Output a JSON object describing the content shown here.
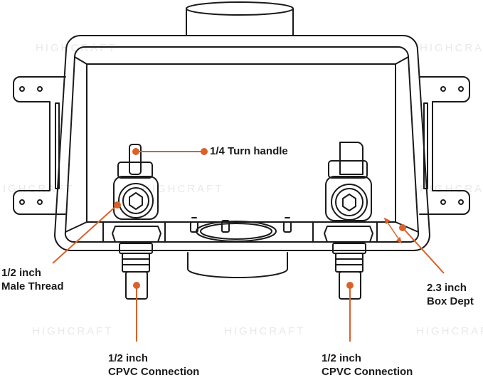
{
  "watermark": "HIGHCRAFT",
  "accent_color": "#d9622b",
  "line_color": "#1a1a1a",
  "labels": {
    "turn_handle": "1/4 Turn handle",
    "male_thread_size": "1/2 inch",
    "male_thread_name": "Male Thread",
    "box_depth_size": "2.3 inch",
    "box_depth_name": "Box Dept",
    "cpvc_left_size": "1/2 inch",
    "cpvc_left_name": "CPVC Connection",
    "cpvc_right_size": "1/2 inch",
    "cpvc_right_name": "CPVC Connection"
  }
}
